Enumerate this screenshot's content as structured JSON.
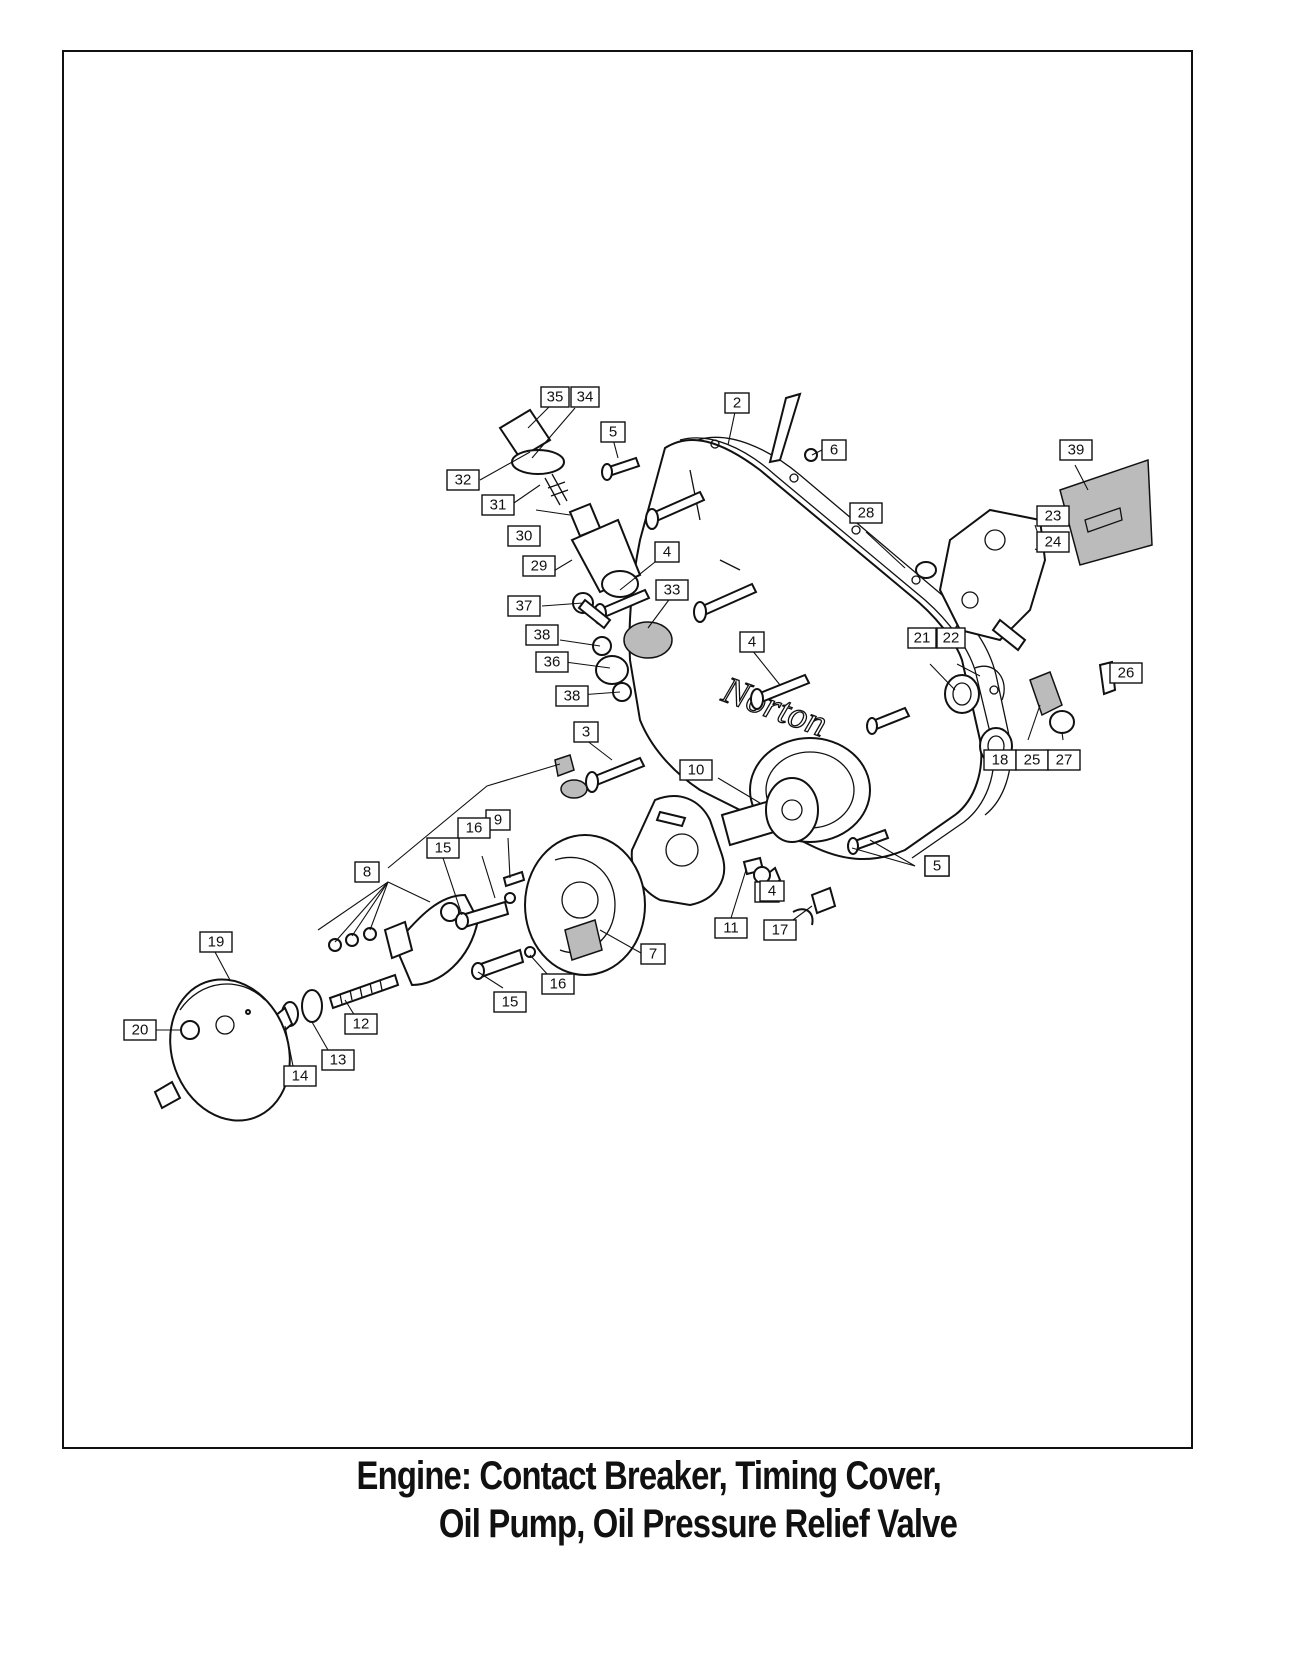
{
  "caption": {
    "line1": "Engine: Contact Breaker, Timing Cover,",
    "line2": "Oil Pump, Oil Pressure Relief Valve"
  },
  "emblem": "Norton",
  "callouts": [
    "2",
    "3",
    "4",
    "4",
    "4",
    "4",
    "5",
    "5",
    "5",
    "6",
    "7",
    "8",
    "9",
    "10",
    "11",
    "12",
    "13",
    "14",
    "15",
    "15",
    "16",
    "16",
    "17",
    "18",
    "19",
    "20",
    "21",
    "22",
    "23",
    "24",
    "25",
    "26",
    "27",
    "28",
    "29",
    "30",
    "31",
    "32",
    "33",
    "34",
    "35",
    "36",
    "37",
    "38",
    "38",
    "39"
  ]
}
